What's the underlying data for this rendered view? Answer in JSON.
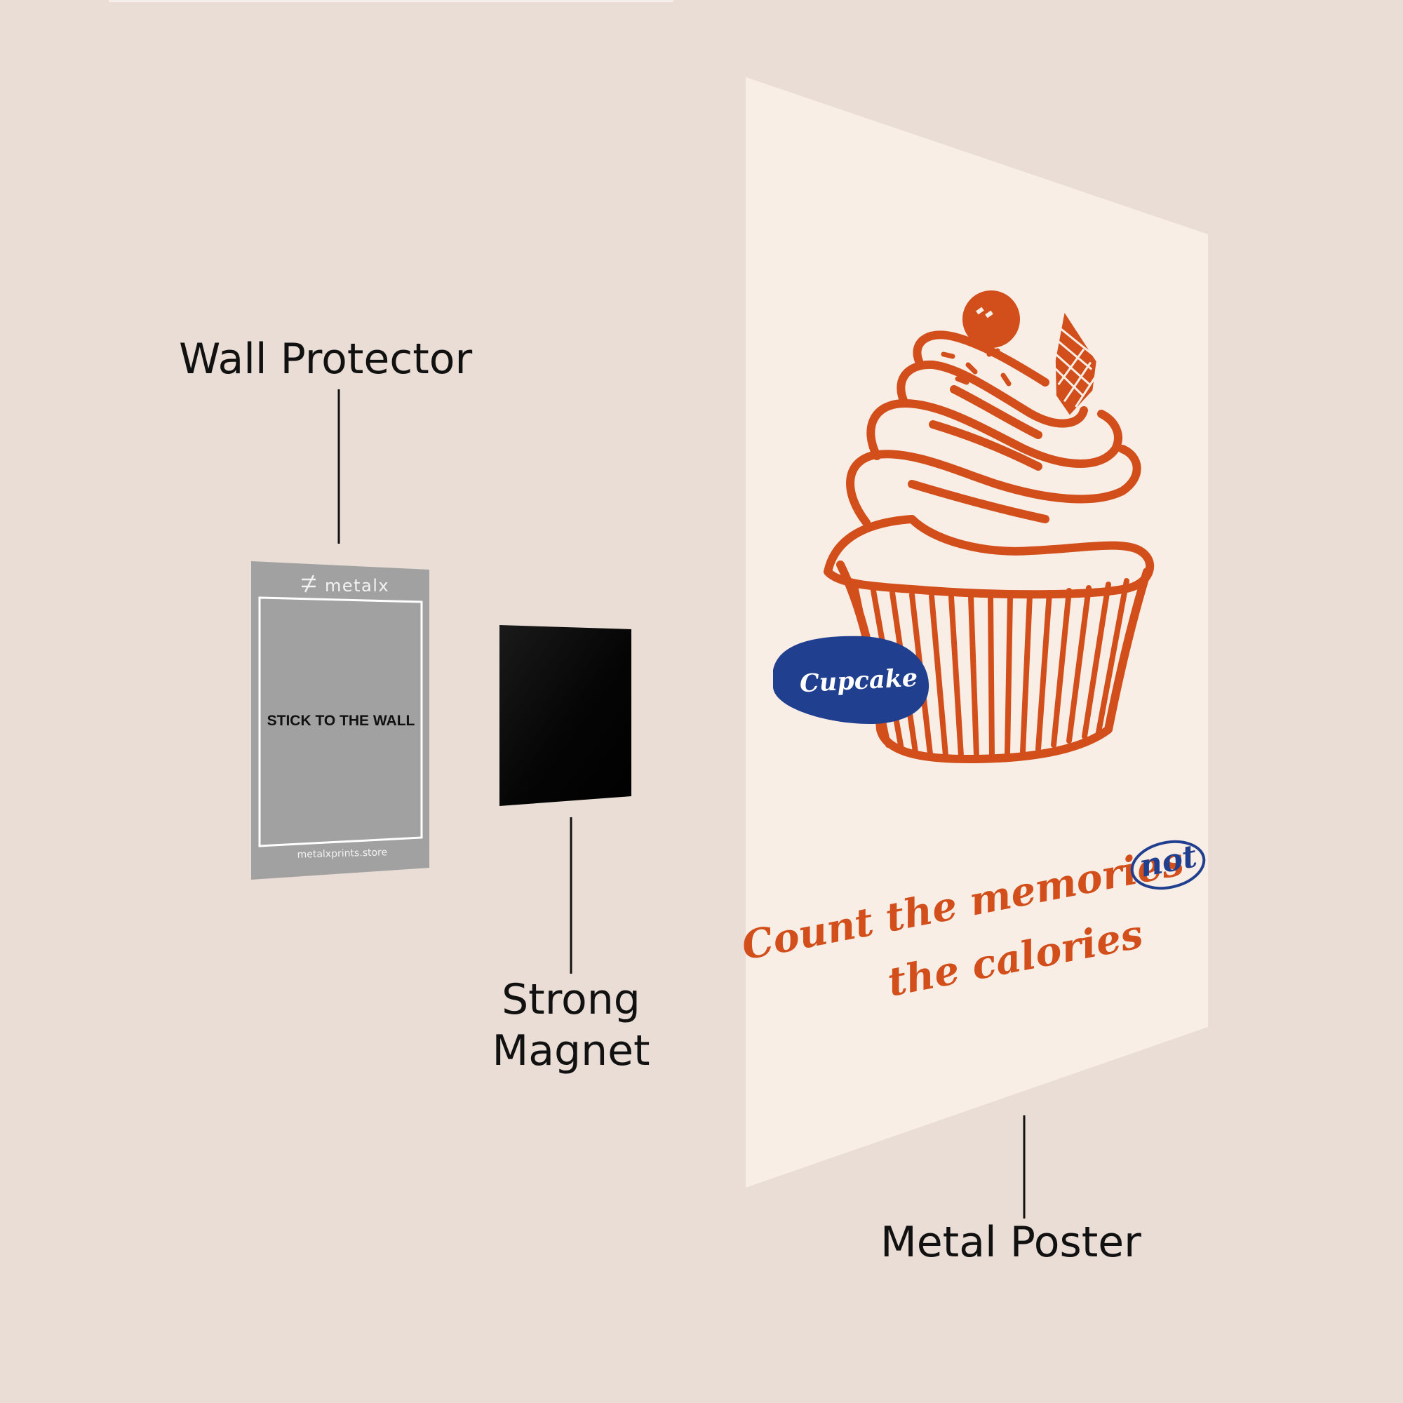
{
  "labels": {
    "wall_protector": "Wall Protector",
    "strong_magnet_line1": "Strong",
    "strong_magnet_line2": "Magnet",
    "metal_poster": "Metal Poster"
  },
  "protector": {
    "brand": "metalx",
    "instruction": "STICK TO THE WALL",
    "website": "metalxprints.store"
  },
  "poster": {
    "badge": "Cupcake",
    "quote_line1": "Count the memories",
    "quote_line2": "the calories",
    "circled_word": "not"
  },
  "colors": {
    "background": "#e9ddd5",
    "poster_paper": "#f9eee6",
    "cupcake_orange": "#d24e1b",
    "badge_blue": "#213f8f",
    "protector_gray": "#a1a1a1",
    "magnet_black": "#050505"
  }
}
